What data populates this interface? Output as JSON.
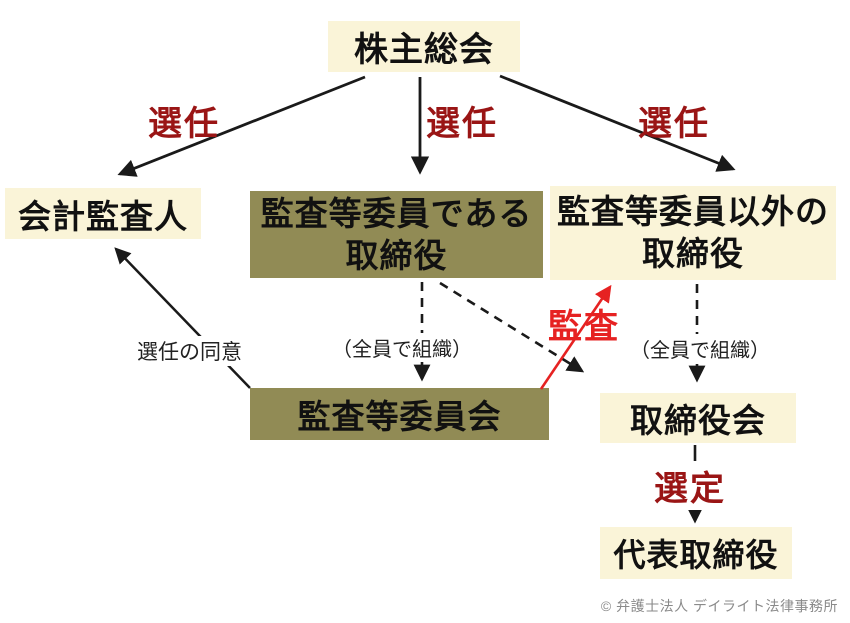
{
  "diagram": {
    "nodes": {
      "shareholders_meeting": {
        "label": "株主総会"
      },
      "accounting_auditor": {
        "label": "会計監査人"
      },
      "audit_committee_directors": {
        "line1": "監査等委員である",
        "line2": "取締役"
      },
      "non_committee_directors": {
        "line1": "監査等委員以外の",
        "line2": "取締役"
      },
      "audit_committee": {
        "label": "監査等委員会"
      },
      "board_of_directors": {
        "label": "取締役会"
      },
      "representative_director": {
        "label": "代表取締役"
      }
    },
    "edge_labels": {
      "appoint_left": "選任",
      "appoint_center": "選任",
      "appoint_right": "選任",
      "consent_to_appointment": "選任の同意",
      "organized_by_all_center": "（全員で組織）",
      "organized_by_all_right": "（全員で組織）",
      "audit": "監査",
      "appoint_representative": "選定"
    },
    "footer": {
      "copyright": "© 弁護士法人 デイライト法律事務所"
    }
  },
  "colors": {
    "cream": "#FAF4D8",
    "olive": "#918B55",
    "dark-red": "#9A1515",
    "bright-red": "#E62222",
    "line-black": "#1A1A1A",
    "text-black": "#111111",
    "gray": "#8A8A8A"
  }
}
